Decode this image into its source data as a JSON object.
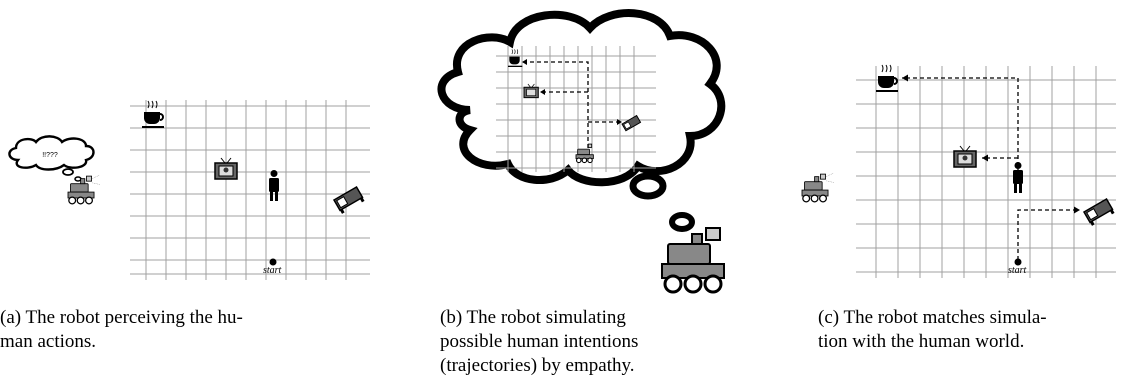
{
  "figure": {
    "panels": [
      {
        "id": "a",
        "bubble_text": "!!???",
        "start_label": "start",
        "caption_lines": [
          "(a) The robot perceiving the hu-",
          "man actions."
        ]
      },
      {
        "id": "b",
        "caption_lines": [
          "(b) The robot simulating",
          "possible human intentions",
          "(trajectories) by empathy."
        ]
      },
      {
        "id": "c",
        "start_label": "start",
        "caption_lines": [
          "(c) The robot matches simula-",
          "tion with the human world."
        ]
      }
    ]
  },
  "icons": [
    "robot-icon",
    "coffee-cup-icon",
    "television-icon",
    "person-icon",
    "bed-icon",
    "thought-bubble-icon",
    "start-point-icon"
  ]
}
